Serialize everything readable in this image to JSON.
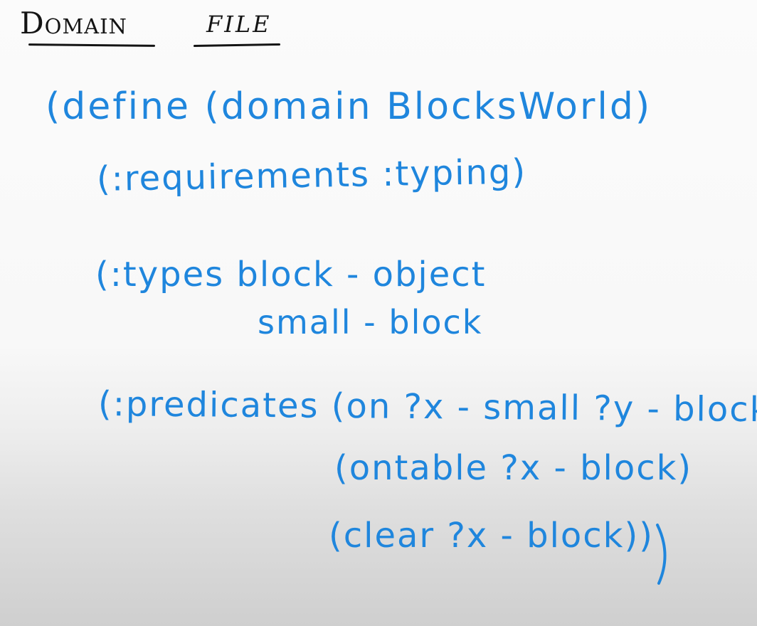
{
  "title": {
    "word1": "Domain",
    "word2": "file"
  },
  "code_lines": [
    "(define (domain BlocksWorld)",
    "(:requirements :typing)",
    "(:types block - object",
    "small - block",
    "(:predicates (on ?x - small ?y - block)",
    "(ontable ?x - block)",
    "(clear ?x - block))"
  ],
  "colors": {
    "ink": "#1f86dd",
    "heading": "#141414",
    "background": "#f8f8f8"
  }
}
